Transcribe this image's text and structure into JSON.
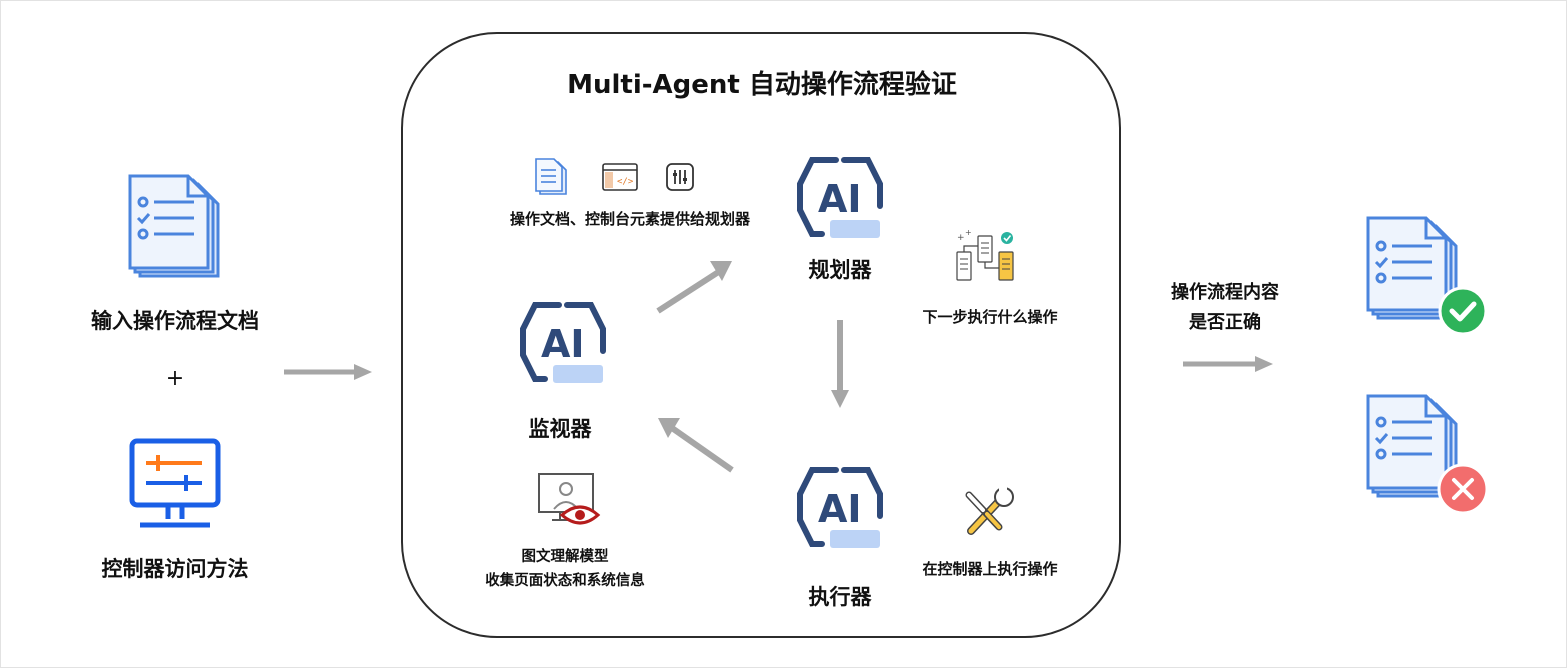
{
  "left": {
    "doc_label": "输入操作流程文档",
    "plus": "+",
    "console_label": "控制器访问方法"
  },
  "panel": {
    "title": "Multi-Agent 自动操作流程验证",
    "inputs_caption": "操作文档、控制台元素提供给规划器",
    "planner": {
      "badge": "AI",
      "label": "规划器",
      "note": "下一步执行什么操作"
    },
    "monitor": {
      "badge": "AI",
      "label": "监视器",
      "note_line1": "图文理解模型",
      "note_line2": "收集页面状态和系统信息"
    },
    "executor": {
      "badge": "AI",
      "label": "执行器",
      "note": "在控制器上执行操作"
    }
  },
  "right": {
    "verdict_line1": "操作流程内容",
    "verdict_line2": "是否正确"
  },
  "colors": {
    "ai_navy": "#2f4a7a",
    "ai_bar": "#bcd3f6",
    "doc_blue": "#4a84dd",
    "arrow_gray": "#a6a6a6",
    "success_green": "#2eb35a",
    "fail_red": "#f26d6d",
    "console_orange": "#ff7a1a",
    "console_blue": "#1a5fe6"
  }
}
